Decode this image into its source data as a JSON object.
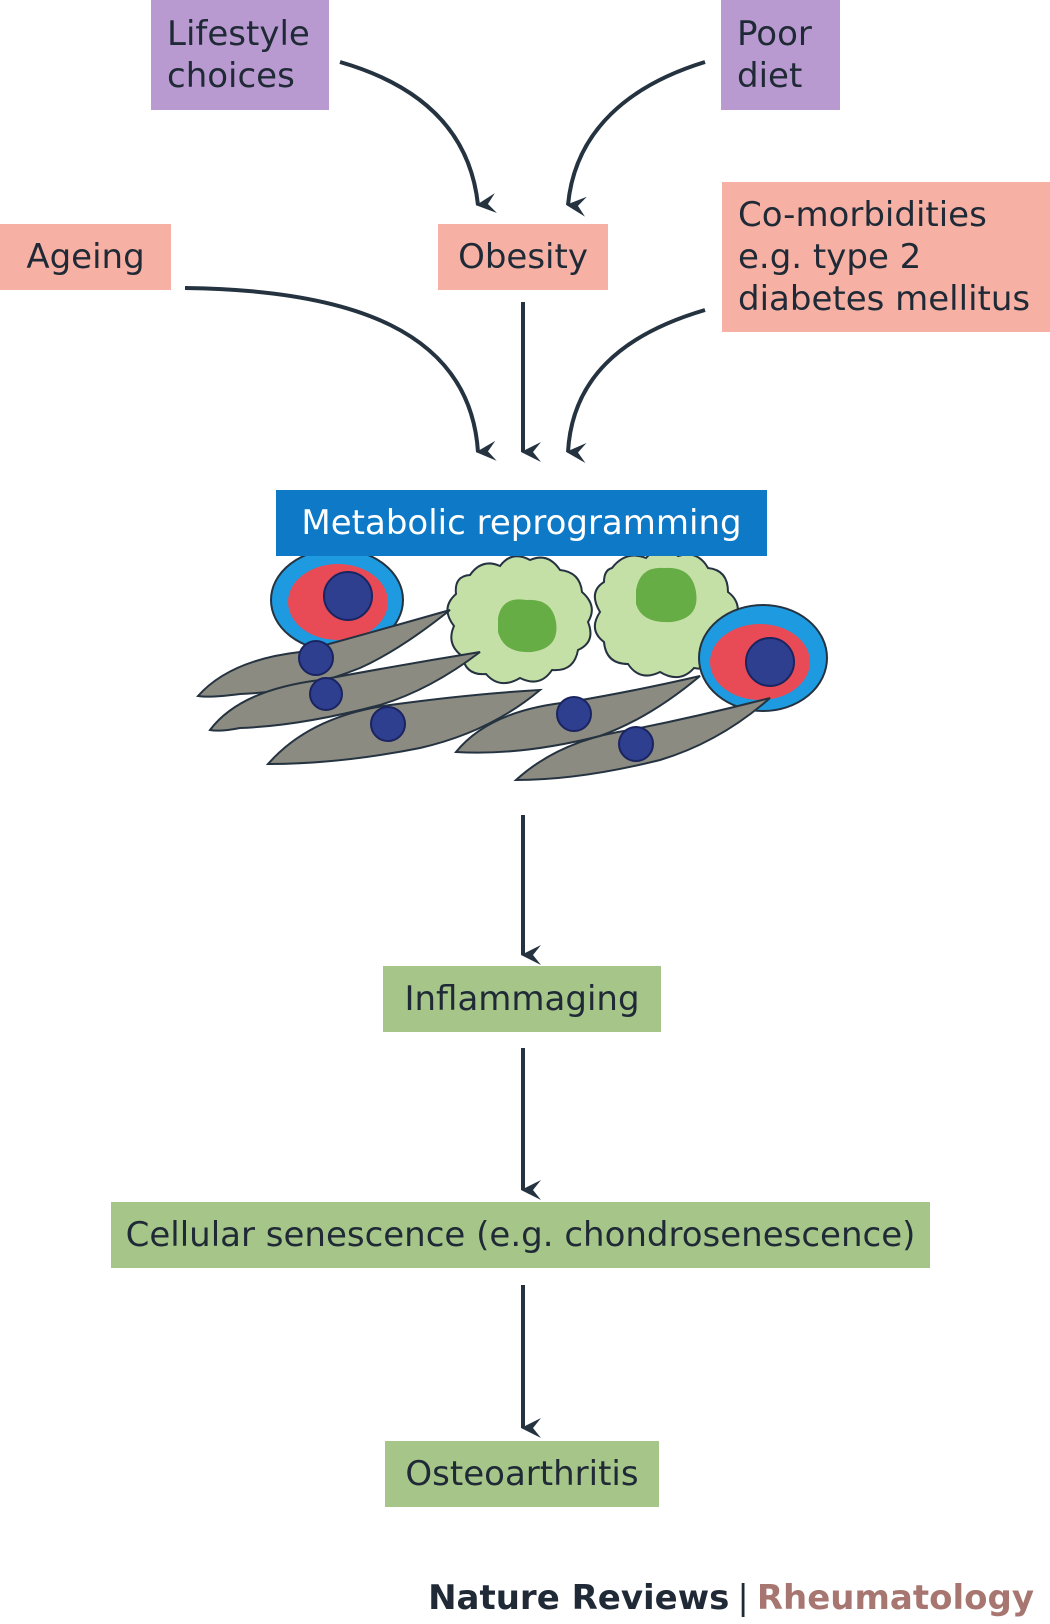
{
  "nodes": {
    "lifestyle": [
      "Lifestyle",
      "choices"
    ],
    "diet": [
      "Poor",
      "diet"
    ],
    "ageing": "Ageing",
    "obesity": "Obesity",
    "comorbidities": [
      "Co-morbidities",
      "e.g. type 2",
      "diabetes mellitus"
    ],
    "metabolic": "Metabolic reprogramming",
    "inflammaging": "Inflammaging",
    "senescence": "Cellular senescence (e.g. chondrosenescence)",
    "osteoarthritis": "Osteoarthritis"
  },
  "footer": {
    "publisher": "Nature Reviews",
    "separator": "|",
    "journal": "Rheumatology"
  },
  "colors": {
    "cause_purple": "#b99ad0",
    "risk_salmon": "#f6b1a4",
    "process_blue": "#0e79c6",
    "outcome_green": "#a6c589",
    "arrow": "#253341",
    "fibroblast": "#8b8b81",
    "nucleus": "#2f3f8f",
    "macrophage": "#c5e0a6",
    "cell_red": "#e84b55",
    "cell_blue": "#1e9be0"
  }
}
